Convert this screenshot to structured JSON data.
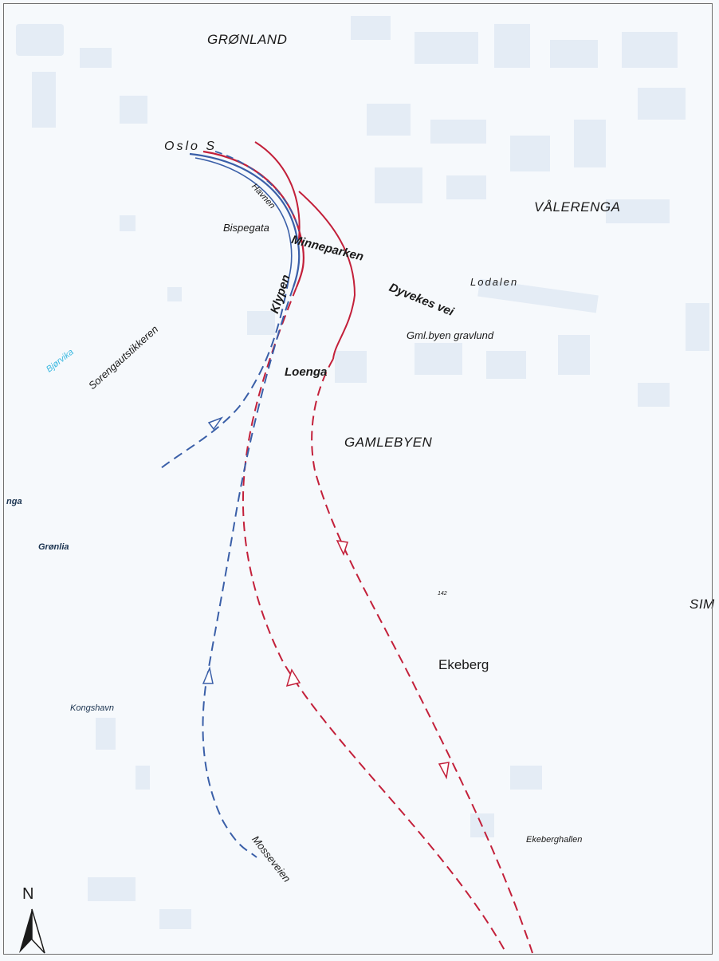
{
  "labels": {
    "gronland": "GRØNLAND",
    "valerenga": "VÅLERENGA",
    "gamlebyen": "GAMLEBYEN",
    "simensbraten_partial": "SIM",
    "oslo_s": "Oslo S",
    "havnen": "Havnen",
    "bispegata": "Bispegata",
    "minneparken": "Minneparken",
    "dyvekes_vei": "Dyvekes vei",
    "lodalen": "Lodalen",
    "gamlebyen_gravlund": "Gml.byen gravlund",
    "klypen": "Klypen",
    "loenga": "Loenga",
    "sorengautstikkeren": "Sorengautstikkeren",
    "bjorvika": "Bjørvika",
    "loenga_partial": "nga",
    "gronlia": "Grønlia",
    "kongshavn": "Kongshavn",
    "mosseveien": "Mosseveien",
    "ekeberg": "Ekeberg",
    "ekeberghallen": "Ekeberghallen",
    "elevation": "142"
  },
  "north_arrow": {
    "letter": "N"
  },
  "colors": {
    "red_line": "#c3203a",
    "blue_line": "#3a5fa8",
    "background": "#f6f9fc",
    "building": "#e6edf5",
    "water_label": "#38b8e0"
  }
}
